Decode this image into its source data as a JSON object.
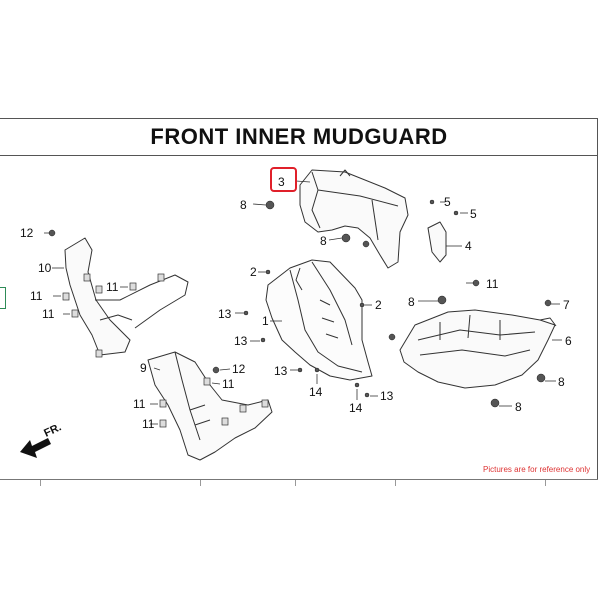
{
  "title": "FRONT INNER MUDGUARD",
  "highlighted_callout": "3",
  "highlight_color": "#e0202a",
  "direction_label": "FR.",
  "disclaimer": "Pictures are for reference only",
  "callouts": [
    "1",
    "2",
    "2",
    "3",
    "4",
    "5",
    "5",
    "6",
    "7",
    "8",
    "8",
    "8",
    "8",
    "8",
    "9",
    "10",
    "11",
    "11",
    "11",
    "11",
    "11",
    "11",
    "12",
    "12",
    "13",
    "13",
    "13",
    "13",
    "14",
    "14"
  ]
}
